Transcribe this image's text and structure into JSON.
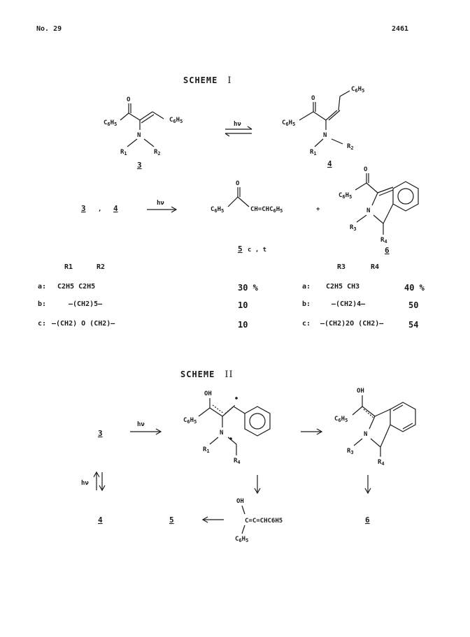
{
  "header": {
    "journal_no": "No. 29",
    "page_number": "2461"
  },
  "scheme1": {
    "title": "SCHEME",
    "roman": "I",
    "compound_3_label": "3",
    "compound_4_label": "4",
    "compound_5_label": "5",
    "compound_5_suffix": "c , t",
    "compound_6_label": "6",
    "reactants_label_3": "3",
    "reactants_label_4": "4",
    "arrow_label": "hν",
    "equilibrium_label": "hν",
    "product_5_text": "C6H5 — CO — CH=CHC6H5",
    "plus": "+"
  },
  "table": {
    "left_headers": [
      "R1",
      "R2"
    ],
    "right_headers": [
      "R3",
      "R4"
    ],
    "rows": [
      {
        "id": "a:",
        "left": "C2H5   C2H5",
        "yield5": "30 %",
        "id2": "a:",
        "right": "C2H5      CH3",
        "yield6": "40 %"
      },
      {
        "id": "b:",
        "left": "—(CH2)5—",
        "yield5": "10",
        "id2": "b:",
        "right": "—(CH2)4—",
        "yield6": "50"
      },
      {
        "id": "c:",
        "left": "—(CH2) O (CH2)—",
        "yield5": "10",
        "id2": "c:",
        "right": "—(CH2)2O (CH2)—",
        "yield6": "54"
      }
    ]
  },
  "scheme2": {
    "title": "SCHEME",
    "roman": "II",
    "start_label": "3",
    "arrow_label": "hν",
    "side_hv": "hν",
    "label_4": "4",
    "label_5": "5",
    "label_6": "6",
    "enol_text": "C=C=CHC6H5"
  }
}
